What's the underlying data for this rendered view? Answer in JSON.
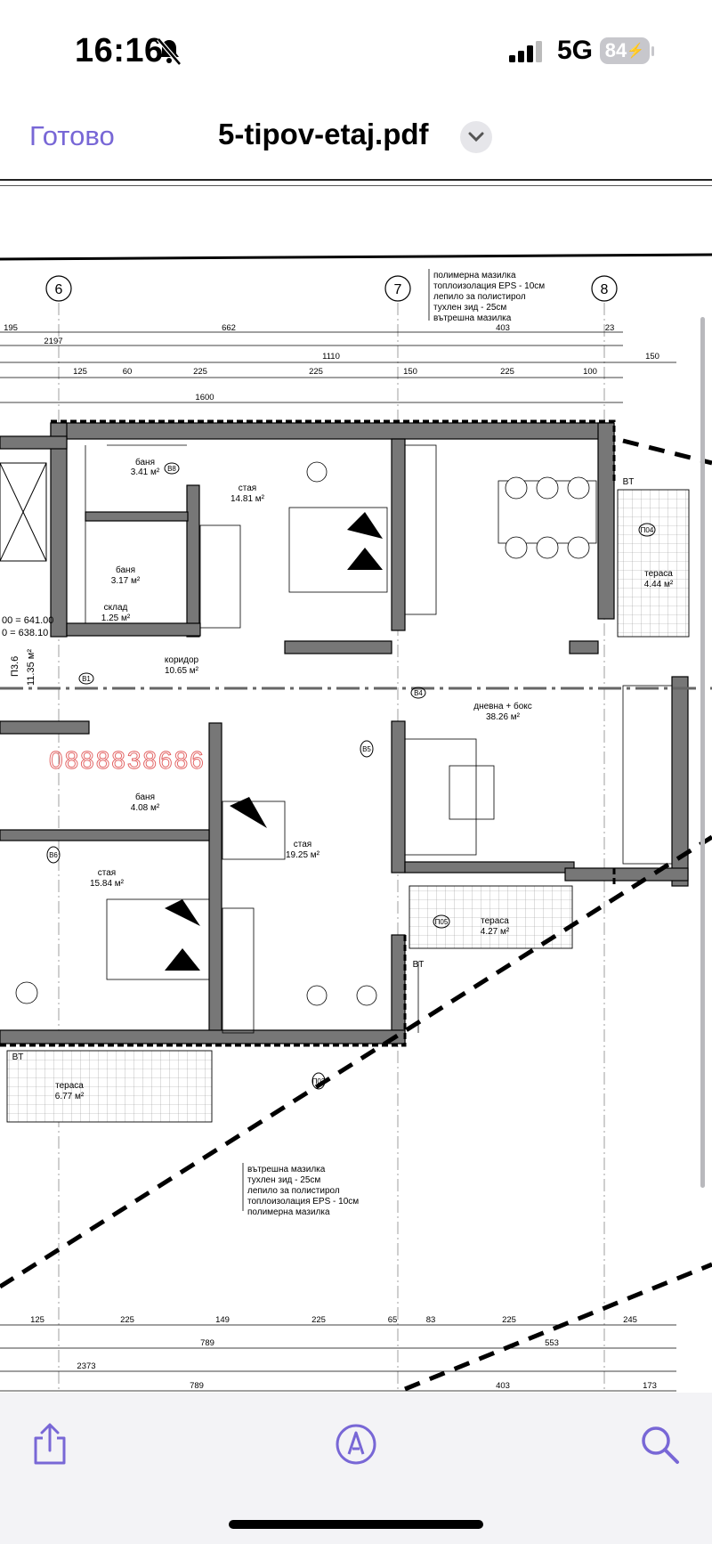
{
  "status": {
    "time": "16:16",
    "network": "5G",
    "battery": "84"
  },
  "nav": {
    "done_label": "Готово",
    "title": "5-tipov-etaj.pdf"
  },
  "plan": {
    "axis_labels": [
      "6",
      "7",
      "8"
    ],
    "layers_top": [
      "полимерна мазилка",
      "топлоизолация EPS - 10см",
      "лепило за полистирол",
      "тухлен зид - 25см",
      "вътрешна мазилка"
    ],
    "layers_bottom": [
      "вътрешна мазилка",
      "тухлен зид - 25см",
      "лепило за полистирол",
      "топлоизолация EPS - 10см",
      "полимерна мазилка"
    ],
    "rooms": [
      {
        "name": "баня",
        "area": "3.41 м²"
      },
      {
        "name": "стая",
        "area": "14.81 м²"
      },
      {
        "name": "баня",
        "area": "3.17 м²"
      },
      {
        "name": "склад",
        "area": "1.25 м²"
      },
      {
        "name": "коридор",
        "area": "10.65 м²"
      },
      {
        "name": "тераса",
        "area": "4.44 м²"
      },
      {
        "name": "дневна + бокс",
        "area": "38.26 м²"
      },
      {
        "name": "баня",
        "area": "4.08 м²"
      },
      {
        "name": "стая",
        "area": "19.25 м²"
      },
      {
        "name": "стая",
        "area": "15.84 м²"
      },
      {
        "name": "тераса",
        "area": "4.27 м²"
      },
      {
        "name": "тераса",
        "area": "6.77 м²"
      }
    ],
    "dims_top1": [
      "195",
      "662",
      "403",
      "23"
    ],
    "dims_top2": [
      "2197"
    ],
    "dims_top3": [
      "1110",
      "150"
    ],
    "dims_top4": [
      "125",
      "60",
      "225",
      "225",
      "150",
      "225",
      "100"
    ],
    "dims_top5": [
      "1600"
    ],
    "dims_bottom1": [
      "125",
      "225",
      "149",
      "225",
      "65",
      "83",
      "225",
      "245"
    ],
    "dims_bottom2": [
      "789",
      "553"
    ],
    "dims_bottom3": [
      "2373"
    ],
    "dims_bottom4": [
      "789",
      "403",
      "173"
    ],
    "levels": [
      "00 = 641.00",
      "0 = 638.10"
    ],
    "stair": [
      "П3.6",
      "11.35 м²"
    ],
    "watermark": "0888838686",
    "tags": [
      "B1",
      "B4",
      "B5",
      "B6",
      "B8",
      "П04",
      "П05",
      "П03",
      "BT"
    ]
  },
  "toolbar": {
    "share": "share-icon",
    "markup": "markup-icon",
    "search": "search-icon"
  }
}
